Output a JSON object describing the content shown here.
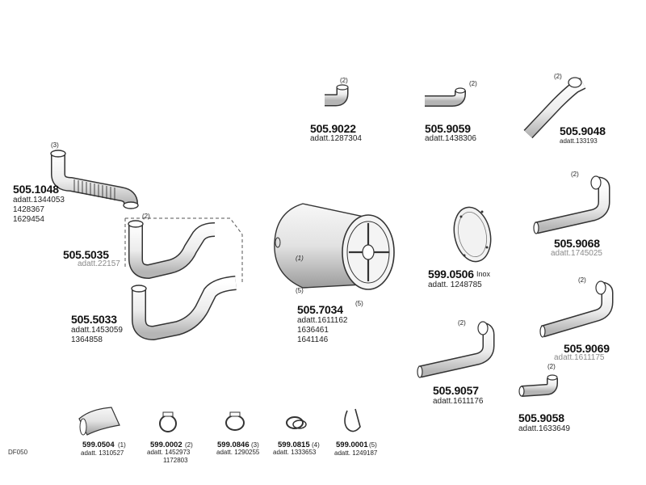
{
  "diagram_code": "DF050",
  "parts": [
    {
      "id": "p5051048",
      "number": "505.1048",
      "qty": "(3)",
      "adatt": "adatt.1344053",
      "extra": [
        "1428367",
        "1629454"
      ]
    },
    {
      "id": "p5055035",
      "number": "505.5035",
      "qty": "(2)",
      "adatt": "adatt.22157"
    },
    {
      "id": "p5055033",
      "number": "505.5033",
      "adatt": "adatt.1453059",
      "extra": [
        "1364858"
      ]
    },
    {
      "id": "p5059022",
      "number": "505.9022",
      "qty": "(2)",
      "adatt": "adatt.1287304"
    },
    {
      "id": "p5059059",
      "number": "505.9059",
      "qty": "(2)",
      "adatt": "adatt.1438306"
    },
    {
      "id": "p5059048",
      "number": "505.9048",
      "qty": "(2)",
      "adatt": "adatt.133193"
    },
    {
      "id": "p5057034",
      "number": "505.7034",
      "qty": "(1)",
      "qty2": "(5)",
      "qty3": "(5)",
      "adatt": "adatt.1611162",
      "extra": [
        "1636461",
        "1641146"
      ]
    },
    {
      "id": "p5990506",
      "number": "599.0506",
      "suffix": "Inox",
      "adatt": "adatt. 1248785"
    },
    {
      "id": "p5059068",
      "number": "505.9068",
      "qty": "(2)",
      "adatt": "adatt.1745025"
    },
    {
      "id": "p5059069",
      "number": "505.9069",
      "qty": "(2)",
      "adatt": "adatt.1611175"
    },
    {
      "id": "p5059057",
      "number": "505.9057",
      "qty": "(2)",
      "adatt": "adatt.1611176"
    },
    {
      "id": "p5059058",
      "number": "505.9058",
      "qty": "(2)",
      "adatt": "adatt.1633649"
    }
  ],
  "accessories": [
    {
      "id": "a5990504",
      "number": "599.0504",
      "qty": "(1)",
      "adatt": "adatt. 1310527"
    },
    {
      "id": "a5990002",
      "number": "599.0002",
      "qty": "(2)",
      "adatt": "adatt. 1452973",
      "extra": "1172803"
    },
    {
      "id": "a5990846",
      "number": "599.0846",
      "qty": "(3)",
      "adatt": "adatt. 1290255"
    },
    {
      "id": "a5990815",
      "number": "599.0815",
      "qty": "(4)",
      "adatt": "adatt. 1333653"
    },
    {
      "id": "a5990001",
      "number": "599.0001",
      "qty": "(5)",
      "adatt": "adatt. 1249187"
    }
  ],
  "colors": {
    "line": "#333333",
    "pipe": "#f2f2f2",
    "shade": "#c8c8c8",
    "grey_text": "#8a8a8a"
  }
}
